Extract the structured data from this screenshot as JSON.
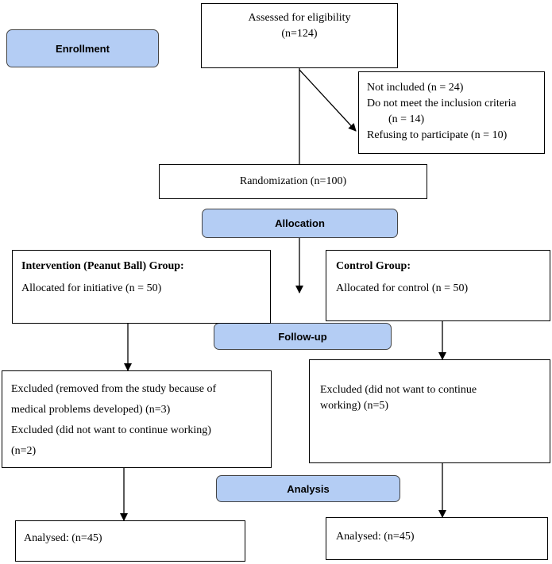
{
  "stages": {
    "enrollment": "Enrollment",
    "allocation": "Allocation",
    "follow_up": "Follow-up",
    "analysis": "Analysis"
  },
  "assessed": {
    "title": "Assessed for eligibility",
    "count": "(n=124)"
  },
  "not_included": {
    "line1": "Not included (n = 24)",
    "line2": "Do not meet the inclusion criteria",
    "line3": "(n = 14)",
    "line4": "Refusing to participate (n = 10)"
  },
  "randomization": "Randomization (n=100)",
  "intervention": {
    "heading": "Intervention (Peanut Ball) Group:",
    "allocated": "Allocated for initiative (n = 50)",
    "excluded1": "Excluded (removed from the study because of",
    "excluded2": "medical problems developed) (n=3)",
    "excluded3": "Excluded (did not want to continue working)",
    "excluded4": "(n=2)",
    "analysed": "Analysed: (n=45)"
  },
  "control": {
    "heading": "Control Group:",
    "allocated": "Allocated for control (n = 50)",
    "excluded1": "Excluded (did not want to continue",
    "excluded2": "working) (n=5)",
    "analysed": "Analysed: (n=45)"
  }
}
